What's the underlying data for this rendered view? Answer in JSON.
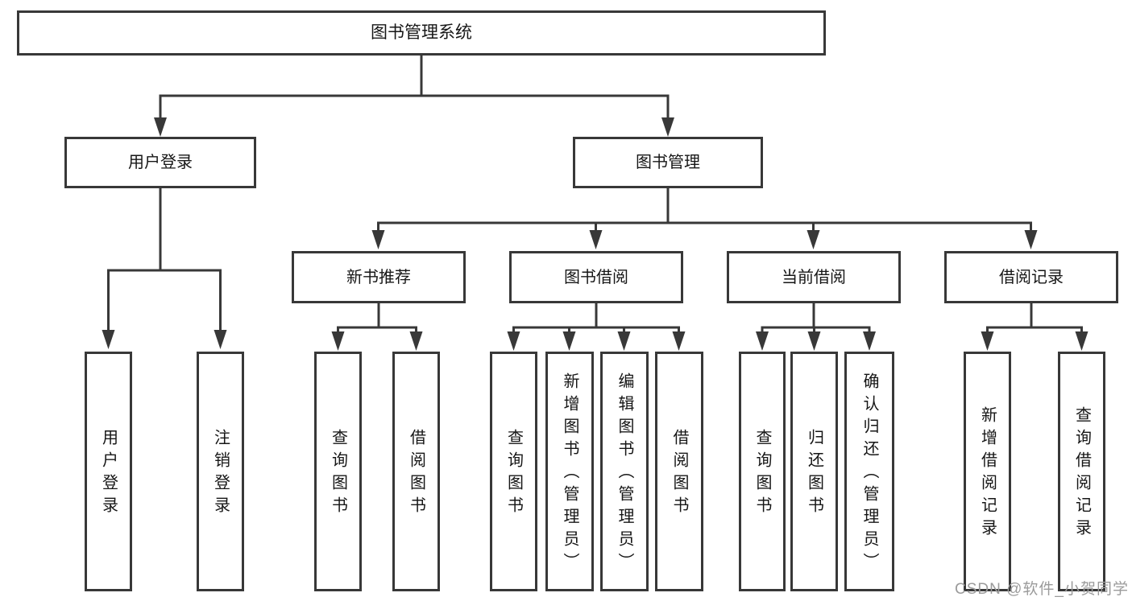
{
  "diagram": {
    "title": "图书管理系统",
    "level2": {
      "user_login": "用户登录",
      "book_mgmt": "图书管理"
    },
    "level3": {
      "new_books": "新书推荐",
      "borrowing": "图书借阅",
      "current": "当前借阅",
      "records": "借阅记录"
    },
    "leaves": {
      "user_login": [
        "用户登录",
        "注销登录"
      ],
      "new_books": [
        "查询图书",
        "借阅图书"
      ],
      "borrowing": [
        "查询图书",
        "新增图书（管理员）",
        "编辑图书（管理员）",
        "借阅图书"
      ],
      "current": [
        "查询图书",
        "归还图书",
        "确认归还（管理员）"
      ],
      "records": [
        "新增借阅记录",
        "查询借阅记录"
      ]
    }
  },
  "watermark": {
    "text": "CSDN @软件_小贺同学",
    "color": "#9b9b9b"
  },
  "colors": {
    "line": "#383838",
    "box_border": "#383838",
    "background": "#ffffff",
    "text": "#161616"
  }
}
